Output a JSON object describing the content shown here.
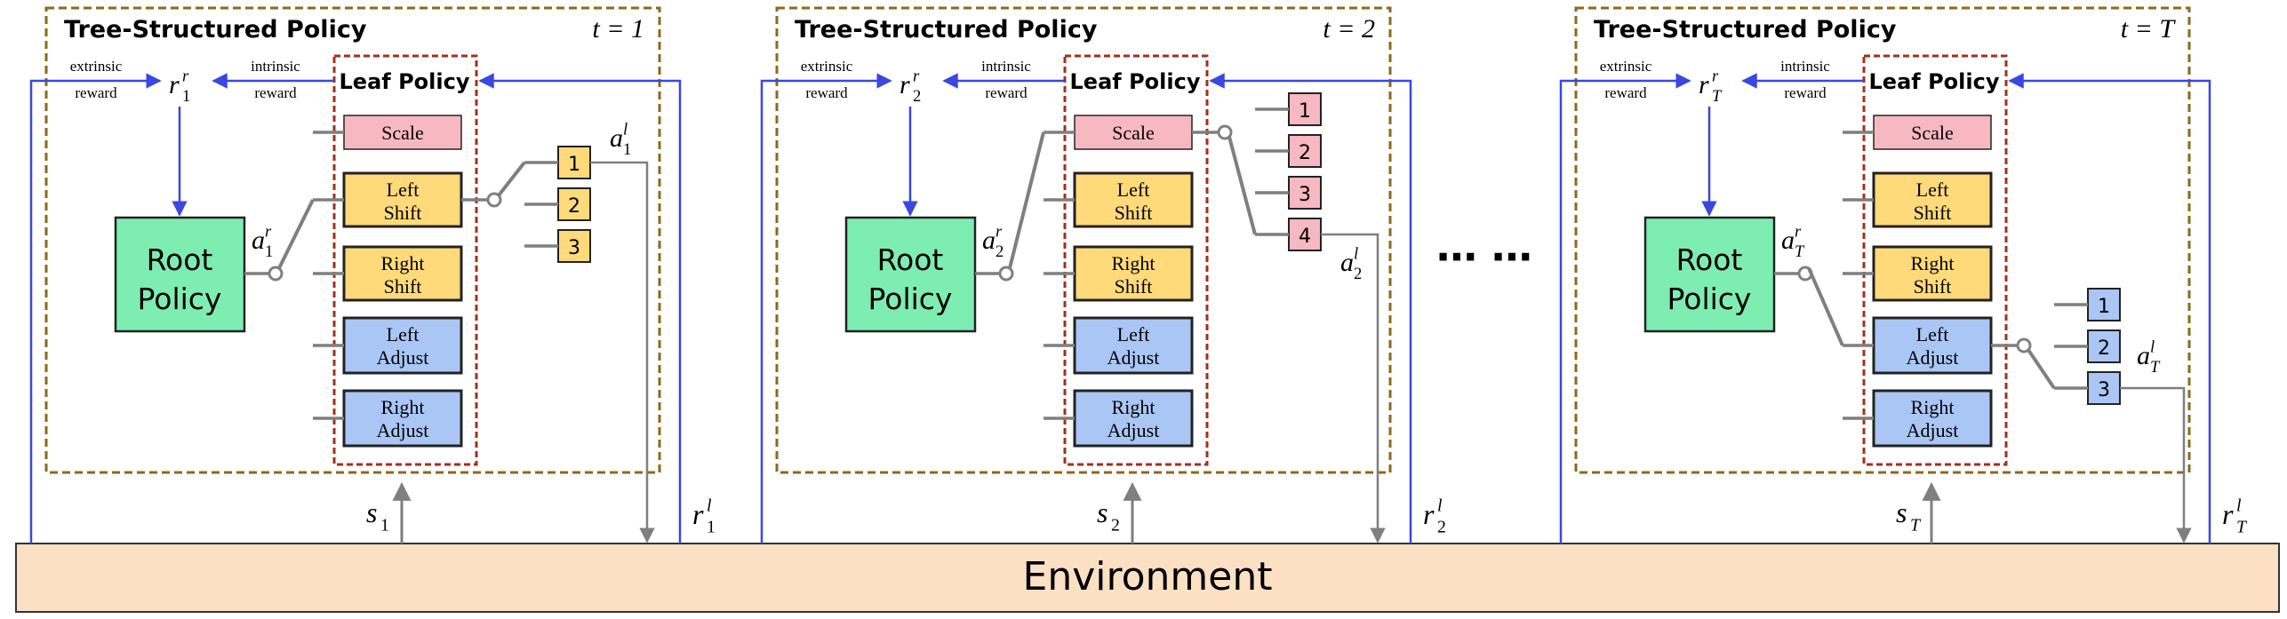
{
  "colors": {
    "tree_border": "#8B6A1A",
    "leaf_border": "#A0301E",
    "root_fill": "#7EEDB1",
    "scale_fill": "#F7B8C1",
    "shift_fill": "#FFDA7A",
    "adjust_fill": "#A9C6F5",
    "env_fill": "#FCE0C4",
    "feedback_line": "#3A47E0",
    "switch_line": "#7F7F7F"
  },
  "environment": {
    "label": "Environment"
  },
  "ellipsis": "⋯ ⋯",
  "panels": [
    {
      "title": "Tree-Structured Policy",
      "time_label": "t = 1",
      "extrinsic_reward": [
        "extrinsic",
        "reward"
      ],
      "intrinsic_reward": [
        "intrinsic",
        "reward"
      ],
      "root_reward": {
        "base": "r",
        "sup": "r",
        "sub": "1"
      },
      "root_action": {
        "base": "a",
        "sup": "r",
        "sub": "1"
      },
      "leaf_action": {
        "base": "a",
        "sup": "l",
        "sub": "1"
      },
      "state": {
        "base": "s",
        "sub": "1"
      },
      "leaf_reward": {
        "base": "r",
        "sup": "l",
        "sub": "1"
      },
      "root_policy": [
        "Root",
        "Policy"
      ],
      "leaf_policy": "Leaf Policy",
      "leaf_items": [
        [
          "Scale"
        ],
        [
          "Left",
          "Shift"
        ],
        [
          "Right",
          "Shift"
        ],
        [
          "Left",
          "Adjust"
        ],
        [
          "Right",
          "Adjust"
        ]
      ],
      "root_selected": 1,
      "options": [
        "1",
        "2",
        "3"
      ],
      "option_color": "shift",
      "leaf_selected": 0
    },
    {
      "title": "Tree-Structured Policy",
      "time_label": "t = 2",
      "extrinsic_reward": [
        "extrinsic",
        "reward"
      ],
      "intrinsic_reward": [
        "intrinsic",
        "reward"
      ],
      "root_reward": {
        "base": "r",
        "sup": "r",
        "sub": "2"
      },
      "root_action": {
        "base": "a",
        "sup": "r",
        "sub": "2"
      },
      "leaf_action": {
        "base": "a",
        "sup": "l",
        "sub": "2"
      },
      "state": {
        "base": "s",
        "sub": "2"
      },
      "leaf_reward": {
        "base": "r",
        "sup": "l",
        "sub": "2"
      },
      "root_policy": [
        "Root",
        "Policy"
      ],
      "leaf_policy": "Leaf Policy",
      "leaf_items": [
        [
          "Scale"
        ],
        [
          "Left",
          "Shift"
        ],
        [
          "Right",
          "Shift"
        ],
        [
          "Left",
          "Adjust"
        ],
        [
          "Right",
          "Adjust"
        ]
      ],
      "root_selected": 0,
      "options": [
        "1",
        "2",
        "3",
        "4"
      ],
      "option_color": "scale",
      "leaf_selected": 3
    },
    {
      "title": "Tree-Structured Policy",
      "time_label": "t = T",
      "extrinsic_reward": [
        "extrinsic",
        "reward"
      ],
      "intrinsic_reward": [
        "intrinsic",
        "reward"
      ],
      "root_reward": {
        "base": "r",
        "sup": "r",
        "sub": "T"
      },
      "root_action": {
        "base": "a",
        "sup": "r",
        "sub": "T"
      },
      "leaf_action": {
        "base": "a",
        "sup": "l",
        "sub": "T"
      },
      "state": {
        "base": "s",
        "sub": "T"
      },
      "leaf_reward": {
        "base": "r",
        "sup": "l",
        "sub": "T"
      },
      "root_policy": [
        "Root",
        "Policy"
      ],
      "leaf_policy": "Leaf Policy",
      "leaf_items": [
        [
          "Scale"
        ],
        [
          "Left",
          "Shift"
        ],
        [
          "Right",
          "Shift"
        ],
        [
          "Left",
          "Adjust"
        ],
        [
          "Right",
          "Adjust"
        ]
      ],
      "root_selected": 3,
      "options": [
        "1",
        "2",
        "3"
      ],
      "option_color": "adjust",
      "leaf_selected": 2
    }
  ]
}
